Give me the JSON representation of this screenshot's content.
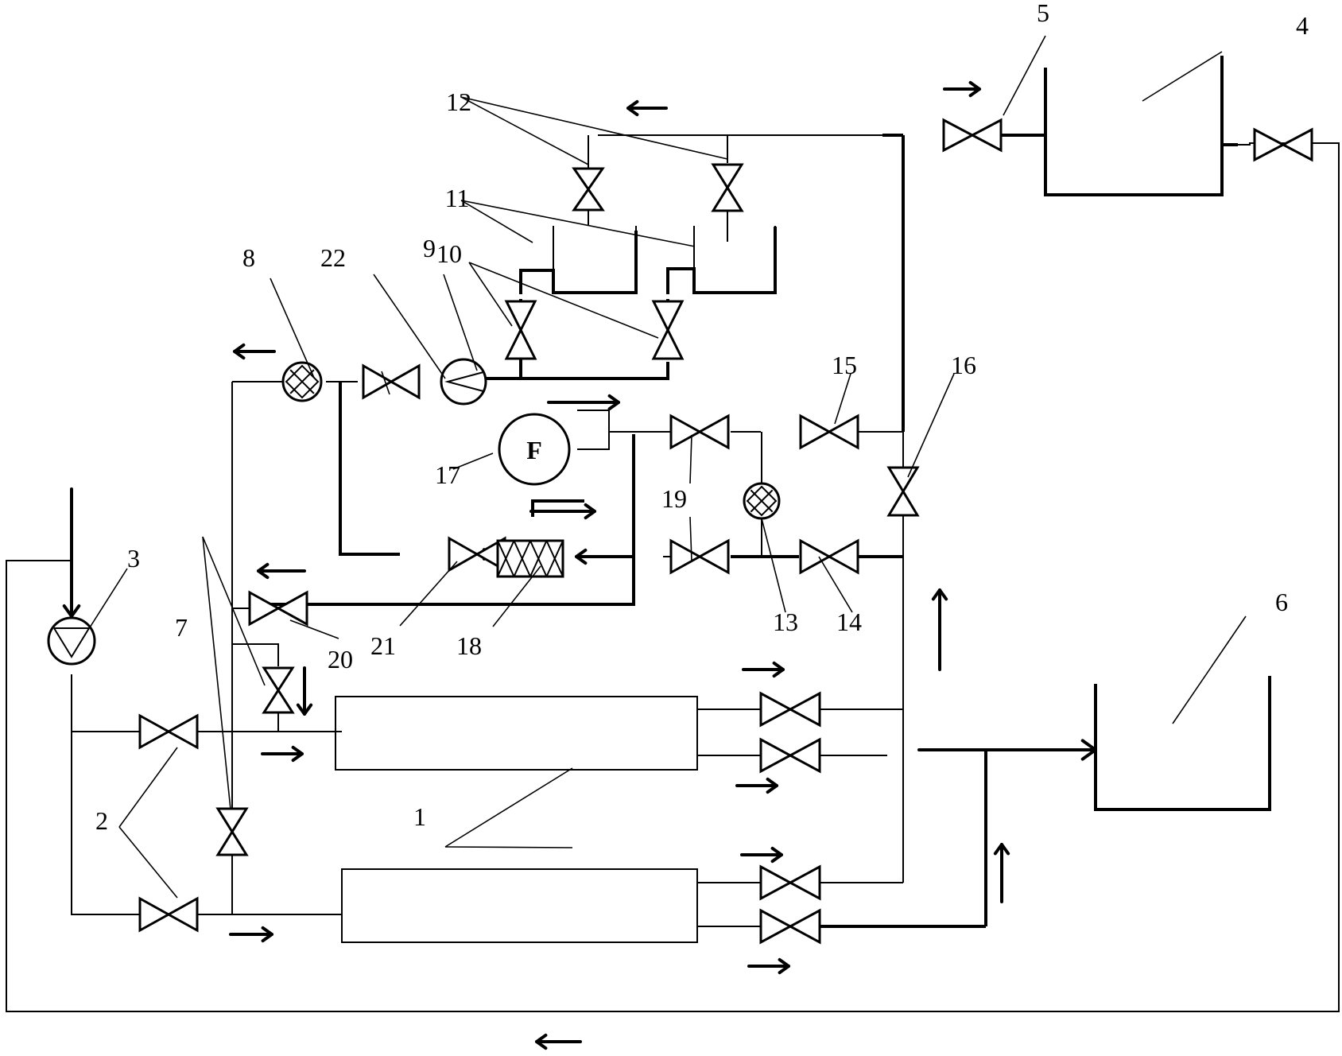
{
  "labels": [
    "1",
    "2",
    "3",
    "4",
    "5",
    "6",
    "7",
    "8",
    "9",
    "10",
    "11",
    "12",
    "13",
    "14",
    "15",
    "16",
    "17",
    "18",
    "19",
    "20",
    "21",
    "22"
  ],
  "flowmeter_letter": "F"
}
